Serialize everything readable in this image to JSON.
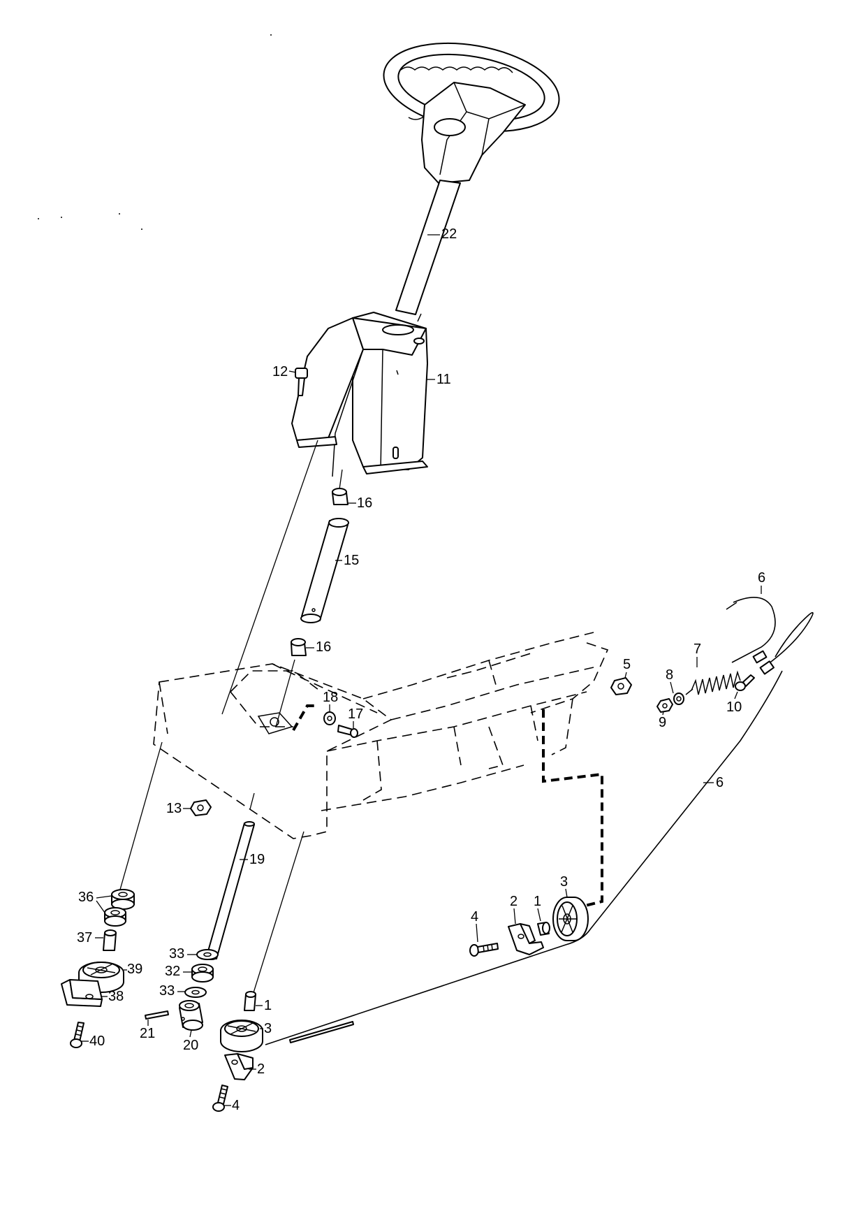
{
  "diagram": {
    "labels": [
      {
        "id": "p22",
        "text": "22"
      },
      {
        "id": "p12",
        "text": "12"
      },
      {
        "id": "p11",
        "text": "11"
      },
      {
        "id": "p16a",
        "text": "16"
      },
      {
        "id": "p15",
        "text": "15"
      },
      {
        "id": "p16b",
        "text": "16"
      },
      {
        "id": "p18",
        "text": "18"
      },
      {
        "id": "p17",
        "text": "17"
      },
      {
        "id": "p13",
        "text": "13"
      },
      {
        "id": "p19",
        "text": "19"
      },
      {
        "id": "p36",
        "text": "36"
      },
      {
        "id": "p37",
        "text": "37"
      },
      {
        "id": "p39",
        "text": "39"
      },
      {
        "id": "p38",
        "text": "38"
      },
      {
        "id": "p40",
        "text": "40"
      },
      {
        "id": "p33a",
        "text": "33"
      },
      {
        "id": "p32",
        "text": "32"
      },
      {
        "id": "p33b",
        "text": "33"
      },
      {
        "id": "p21",
        "text": "21"
      },
      {
        "id": "p20",
        "text": "20"
      },
      {
        "id": "p1a",
        "text": "1"
      },
      {
        "id": "p3a",
        "text": "3"
      },
      {
        "id": "p2a",
        "text": "2"
      },
      {
        "id": "p4a",
        "text": "4"
      },
      {
        "id": "p6a",
        "text": "6"
      },
      {
        "id": "p7",
        "text": "7"
      },
      {
        "id": "p5",
        "text": "5"
      },
      {
        "id": "p8",
        "text": "8"
      },
      {
        "id": "p9",
        "text": "9"
      },
      {
        "id": "p10",
        "text": "10"
      },
      {
        "id": "p6b",
        "text": "6"
      },
      {
        "id": "p3b",
        "text": "3"
      },
      {
        "id": "p2b",
        "text": "2"
      },
      {
        "id": "p1b",
        "text": "1"
      },
      {
        "id": "p4b",
        "text": "4"
      }
    ]
  }
}
